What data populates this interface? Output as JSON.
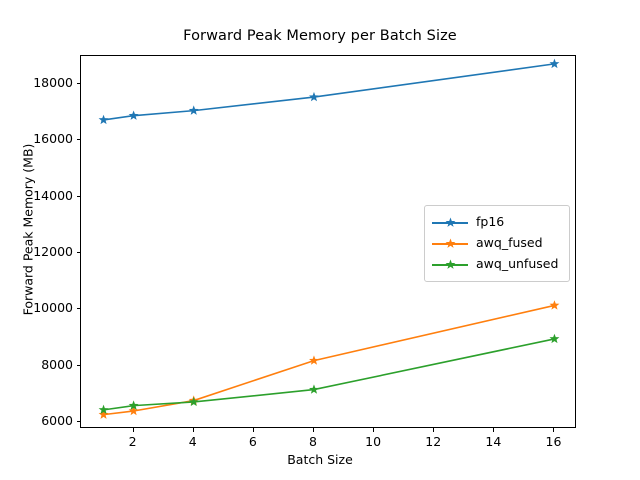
{
  "chart_data": {
    "type": "line",
    "title": "Forward Peak Memory per Batch Size",
    "xlabel": "Batch Size",
    "ylabel": "Forward Peak Memory (MB)",
    "x": [
      1,
      2,
      4,
      8,
      16
    ],
    "xlim": [
      0.25,
      16.75
    ],
    "ylim": [
      5750,
      19000
    ],
    "xticks": [
      2,
      4,
      6,
      8,
      10,
      12,
      14,
      16
    ],
    "xtick_labels": [
      "2",
      "4",
      "6",
      "8",
      "10",
      "12",
      "14",
      "16"
    ],
    "yticks": [
      6000,
      8000,
      10000,
      12000,
      14000,
      16000,
      18000
    ],
    "ytick_labels": [
      "6000",
      "8000",
      "10000",
      "12000",
      "14000",
      "16000",
      "18000"
    ],
    "grid": false,
    "marker": "star",
    "legend_position": "center right",
    "series": [
      {
        "name": "fp16",
        "color": "#1f77b4",
        "values": [
          16730,
          16880,
          17060,
          17540,
          18720
        ]
      },
      {
        "name": "awq_fused",
        "color": "#ff7f0e",
        "values": [
          6260,
          6390,
          6760,
          8180,
          10140
        ]
      },
      {
        "name": "awq_unfused",
        "color": "#2ca02c",
        "values": [
          6430,
          6580,
          6710,
          7150,
          8950
        ]
      }
    ]
  },
  "legend": {
    "entries": [
      {
        "label": "fp16"
      },
      {
        "label": "awq_fused"
      },
      {
        "label": "awq_unfused"
      }
    ]
  }
}
